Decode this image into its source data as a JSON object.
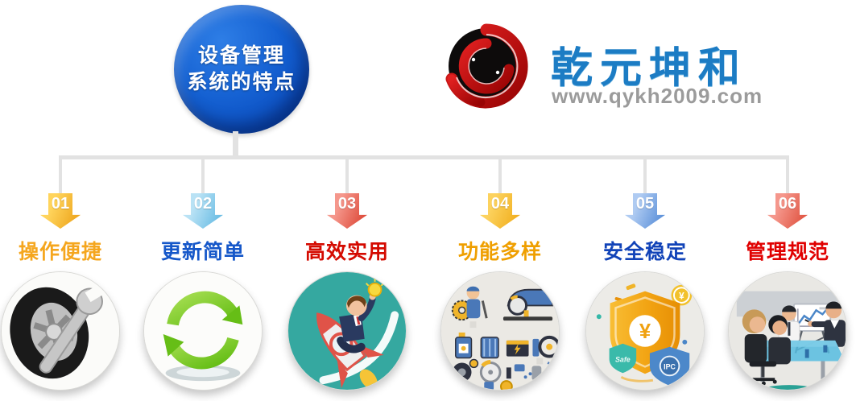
{
  "bubble": {
    "line1": "设备管理",
    "line2": "系统的特点",
    "color": "#0E54C4"
  },
  "logo": {
    "company": "乾元坤和",
    "website": "www.qykh2009.com",
    "emblem": "red-dragon-swirl",
    "company_color": "#1C7CC4",
    "website_color": "#9B9B9B"
  },
  "connector_color": "#E2E2E2",
  "features": [
    {
      "number": "01",
      "label": "操作便捷",
      "label_color": "#F5A61E",
      "arrow_from": "#FFD45C",
      "arrow_to": "#EA9C10",
      "icon": "tire-wrench"
    },
    {
      "number": "02",
      "label": "更新简单",
      "label_color": "#1557C9",
      "arrow_from": "#B9E2F5",
      "arrow_to": "#58B4E0",
      "icon": "green-refresh-arrows"
    },
    {
      "number": "03",
      "label": "高效实用",
      "label_color": "#D40A00",
      "arrow_from": "#F5978C",
      "arrow_to": "#D93A28",
      "icon": "businessman-on-rocket"
    },
    {
      "number": "04",
      "label": "功能多样",
      "label_color": "#EF9F00",
      "arrow_from": "#FCD25E",
      "arrow_to": "#EFA812",
      "icon": "car-service-icon-set"
    },
    {
      "number": "05",
      "label": "安全稳定",
      "label_color": "#1143B8",
      "arrow_from": "#AFCBF2",
      "arrow_to": "#4A84D4",
      "icon": "security-shields"
    },
    {
      "number": "06",
      "label": "管理规范",
      "label_color": "#E00000",
      "arrow_from": "#F5978C",
      "arrow_to": "#DC4632",
      "icon": "meeting-room"
    }
  ],
  "shield": {
    "center_symbol": "¥",
    "coin_symbol": "¥",
    "safe_label": "Safe",
    "ipc_label": "IPC"
  }
}
